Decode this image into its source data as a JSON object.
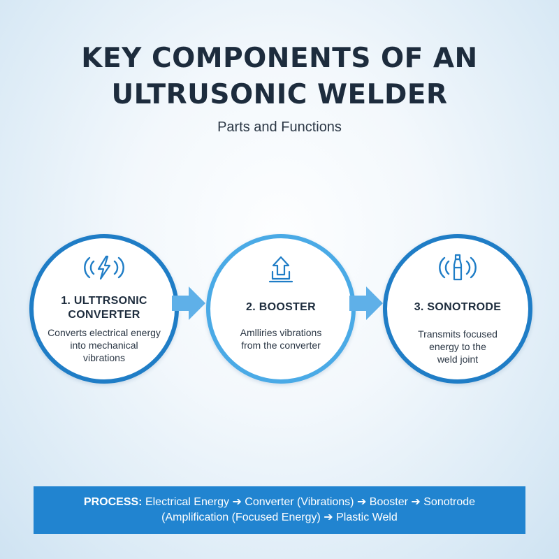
{
  "header": {
    "title_line1": "KEY COMPONENTS OF AN",
    "title_line2": "ULTRUSONIC WELDER",
    "subtitle": "Parts and Functions"
  },
  "components": [
    {
      "name_line1": "1. ULTTRSONIC",
      "name_line2": "CONVERTER",
      "desc_line1": "Converts electrical energy",
      "desc_line2": "into mechanical",
      "desc_line3": "vibrations",
      "icon": "lightning-waves-icon"
    },
    {
      "name_line1": "2. BOOSTER",
      "desc_line1": "Amlliries vibrations",
      "desc_line2": "from the converter",
      "icon": "upload-arrow-icon"
    },
    {
      "name_line1": "3. SONOTRODE",
      "desc_line1": "Transmits focused",
      "desc_line2": "energy to the",
      "desc_line3": "weld joint",
      "icon": "horn-waves-icon"
    }
  ],
  "process": {
    "label": "PROCESS:",
    "line1": "Electrical Energy ➔ Converter (Vibrations) ➔ Booster ➔ Sonotrode",
    "line2": "(Amplification (Focused Energy) ➔ Plastic Weld"
  },
  "colors": {
    "primary_blue": "#1f7dc6",
    "light_blue": "#4aaae6",
    "arrow_blue": "#5fb0e8",
    "banner_blue": "#2184d0",
    "title_text": "#1d2c3d"
  }
}
